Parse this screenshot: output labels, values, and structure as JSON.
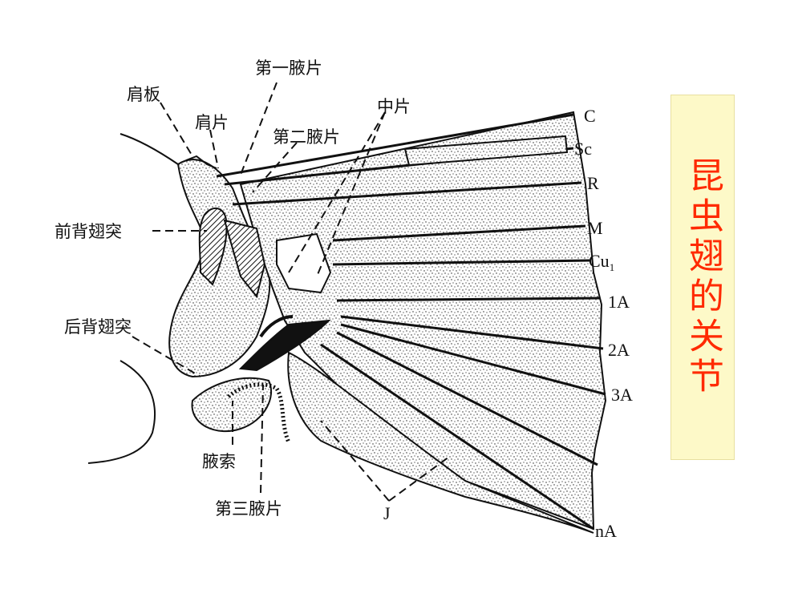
{
  "title": "昆虫翅的关节",
  "colors": {
    "title": "#ff2a00",
    "title_bg": "#fdf9c8",
    "ink": "#111111"
  },
  "labels": {
    "jianban": "肩板",
    "jianpian": "肩片",
    "di_yi_yepian": "第一腋片",
    "di_er_yepian": "第二腋片",
    "zhongpian": "中片",
    "qian_bei_chi_tu": "前背翅突",
    "hou_bei_chi_tu": "后背翅突",
    "yesuo": "腋索",
    "di_san_yepian": "第三腋片",
    "j": "J"
  },
  "veins": {
    "C": "C",
    "Sc": "Sc",
    "R": "R",
    "M": "M",
    "Cu": "Cu",
    "Cu_sub": "1",
    "A1": "1A",
    "A2": "2A",
    "A3": "3A",
    "nA": "nA"
  }
}
